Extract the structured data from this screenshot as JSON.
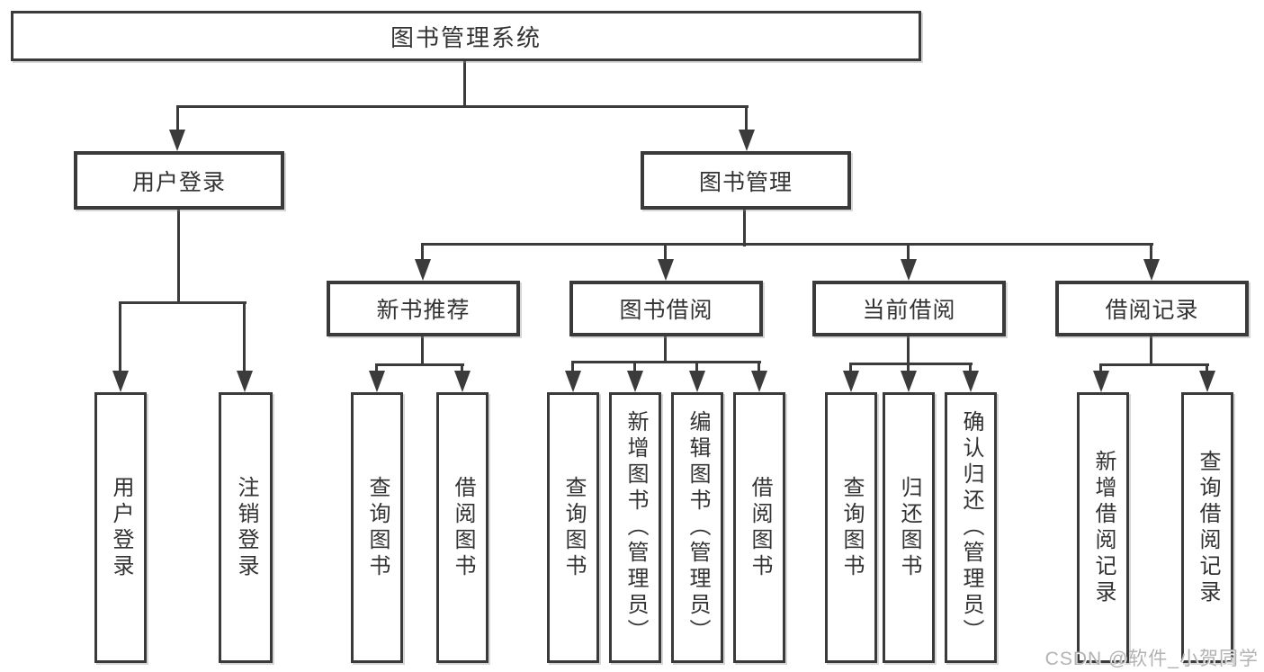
{
  "diagram": {
    "type": "hierarchy-tree",
    "tree": {
      "root": {
        "label": "图书管理系统"
      },
      "branches": [
        {
          "label": "用户登录",
          "children": [
            {
              "label": "用户登录"
            },
            {
              "label": "注销登录"
            }
          ]
        },
        {
          "label": "图书管理",
          "children": [
            {
              "label": "新书推荐",
              "children": [
                {
                  "label": "查询图书"
                },
                {
                  "label": "借阅图书"
                }
              ]
            },
            {
              "label": "图书借阅",
              "children": [
                {
                  "label": "查询图书"
                },
                {
                  "label": "新增图书（管理员）"
                },
                {
                  "label": "编辑图书（管理员）"
                },
                {
                  "label": "借阅图书"
                }
              ]
            },
            {
              "label": "当前借阅",
              "children": [
                {
                  "label": "查询图书"
                },
                {
                  "label": "归还图书"
                },
                {
                  "label": "确认归还（管理员）"
                }
              ]
            },
            {
              "label": "借阅记录",
              "children": [
                {
                  "label": "新增借阅记录"
                },
                {
                  "label": "查询借阅记录"
                }
              ]
            }
          ]
        }
      ]
    },
    "colors": {
      "line": "#3b3b3b",
      "border": "#3a3a3a",
      "text": "#333333",
      "background": "#ffffff",
      "watermark": "#b2b2b2"
    }
  },
  "watermark": "CSDN @软件_小贺同学"
}
